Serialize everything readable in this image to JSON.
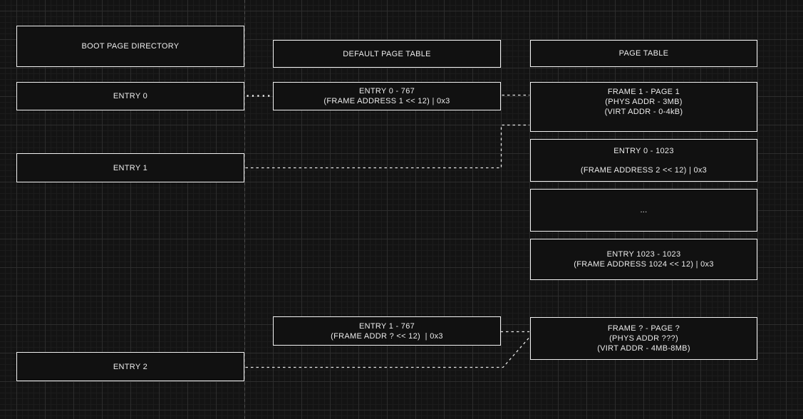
{
  "colors": {
    "background": "#131313",
    "grid_major": "#2d2d2d",
    "grid_minor": "#1c1c1c",
    "box_fill": "#111111",
    "box_border": "#f2f2f2",
    "text": "#ececec",
    "connector": "#e6e6e6",
    "guide_line": "#4f4f4f"
  },
  "columns": {
    "boot_page_directory": {
      "header": "BOOT PAGE DIRECTORY",
      "entries": [
        {
          "label": "ENTRY 0"
        },
        {
          "label": "ENTRY 1"
        },
        {
          "label": "ENTRY 2"
        }
      ]
    },
    "default_page_table": {
      "header": "DEFAULT PAGE TABLE",
      "entries": [
        {
          "lines": [
            "ENTRY 0 - 767",
            "(FRAME ADDRESS 1 << 12) | 0x3"
          ]
        },
        {
          "lines": [
            "ENTRY 1 - 767",
            "(FRAME ADDR ? << 12)  | 0x3"
          ]
        }
      ]
    },
    "page_table": {
      "header": "PAGE TABLE",
      "entries": [
        {
          "lines": [
            "FRAME 1 - PAGE 1",
            "(PHYS ADDR - 3MB)",
            "(VIRT ADDR - 0-4kB)"
          ]
        },
        {
          "lines": [
            "ENTRY 0 - 1023",
            "(FRAME ADDRESS 2 << 12) | 0x3"
          ]
        },
        {
          "lines": [
            "..."
          ]
        },
        {
          "lines": [
            "ENTRY 1023 - 1023",
            "(FRAME ADDRESS 1024 << 12) | 0x3"
          ]
        },
        {
          "lines": [
            "FRAME ? - PAGE ?",
            "(PHYS ADDR ???)",
            "(VIRT ADDR - 4MB-8MB)"
          ]
        }
      ]
    }
  }
}
